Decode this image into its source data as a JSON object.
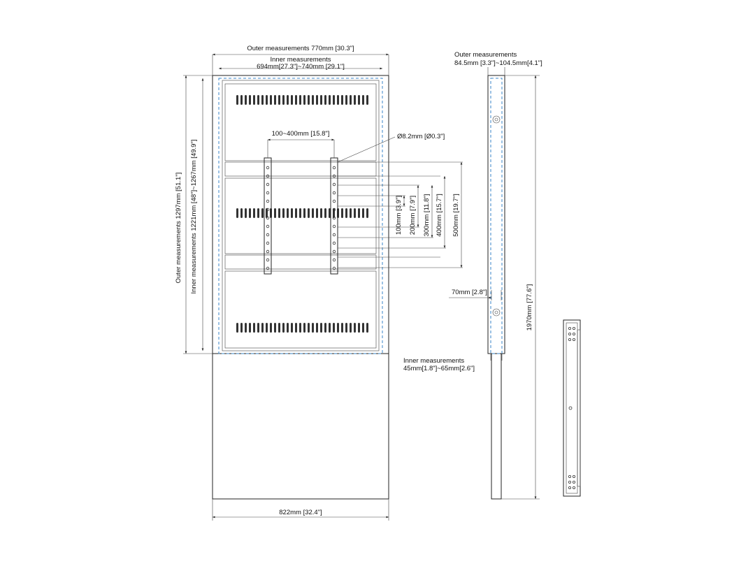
{
  "labels": {
    "outer_width": "Outer measurements  770mm [30.3\"]",
    "inner_width_title": "Inner measurements",
    "inner_width_value": "694mm[27.3\"]~740mm [29.1\"]",
    "vesa_horizontal": "100~400mm [15.8\"]",
    "hole_diameter": "Ø8.2mm [Ø0.3\"]",
    "outer_height": "Outer measurements  1297mm [51.1\"]",
    "inner_height": "Inner measurements  1221mm [48\"]~1267mm [49.9\"]",
    "vesa_100": "100mm [3.9\"]",
    "vesa_200": "200mm [7.9\"]",
    "vesa_300": "300mm [11.8\"]",
    "vesa_400": "400mm [15.7\"]",
    "vesa_500": "500mm [19.7\"]",
    "bottom_width": "822mm [32.4\"]",
    "side_outer_title": "Outer measurements",
    "side_outer_value": "84.5mm [3.3\"]~104.5mm[4.1\"]",
    "side_70": "70mm [2.8\"]",
    "side_inner_title": "Inner measurements",
    "side_inner_value": "45mm[1.8\"]~65mm[2.6\"]",
    "total_height": "1970mm [77.6\"]"
  },
  "colors": {
    "line": "#222222",
    "dashed_inner": "#3a86c8",
    "text": "#111111"
  }
}
